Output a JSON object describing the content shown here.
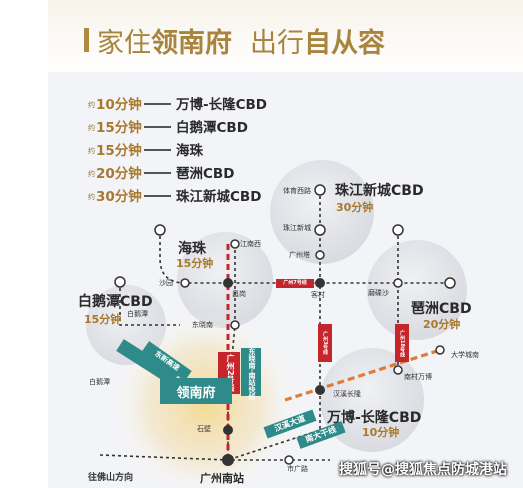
{
  "headline": {
    "part1": "家住",
    "part2": "领南府",
    "part3": "出行",
    "part4": "自从容"
  },
  "times": [
    {
      "prefix": "约",
      "minutes": "10分钟",
      "dest": "万博-长隆CBD"
    },
    {
      "prefix": "约",
      "minutes": "15分钟",
      "dest": "白鹅潭CBD"
    },
    {
      "prefix": "约",
      "minutes": "15分钟",
      "dest": "海珠"
    },
    {
      "prefix": "约",
      "minutes": "20分钟",
      "dest": "琶洲CBD"
    },
    {
      "prefix": "约",
      "minutes": "30分钟",
      "dest": "珠江新城CBD"
    }
  ],
  "districts": {
    "haizhu": {
      "name": "海珠",
      "time": "15分钟"
    },
    "baietan": {
      "name": "白鹅潭CBD",
      "time": "15分钟"
    },
    "zhujiang": {
      "name": "珠江新城CBD",
      "time": "30分钟"
    },
    "pazhou": {
      "name": "琶洲CBD",
      "time": "20分钟"
    },
    "wanbo": {
      "name": "万博-长隆CBD",
      "time": "10分钟"
    }
  },
  "stations": {
    "tiyuxilu": "体育西路",
    "zhujiangxincheng": "珠江新城",
    "guangzhouta": "广州塔",
    "jiangnanxi": "江南西",
    "shayuan": "沙园",
    "changgang": "昌岗",
    "kecun": "客村",
    "modieshan": "磨碟沙",
    "baietan": "白鹅潭",
    "dongxiaonan": "东晓南",
    "baietan2": "白鹅潭",
    "daxuecheng": "大学城南",
    "nancunwanbo": "南村万博",
    "hanxi": "汉溪长隆",
    "shibi": "石壁",
    "shiguangchang": "市广路",
    "guangzhounan": "广州南站",
    "wangfoshan": "往佛山方向"
  },
  "routes": {
    "line2": "广州2号线",
    "dongxiao": "东晓南-南站快线",
    "dongxin": "东新高速",
    "hanxi": "汉溪大道",
    "nanda": "南大干线",
    "line18": "广州18号线",
    "line3": "广州3号线",
    "line7": "广州7号线"
  },
  "project": {
    "name": "领南府"
  },
  "watermark": "搜狐号@搜狐焦点防城港站",
  "colors": {
    "gold": "#a8782c",
    "metro2": "#c5262c",
    "orange": "#e07b39",
    "teal": "#2f8a8a",
    "bubble": "#e3e4e8"
  }
}
